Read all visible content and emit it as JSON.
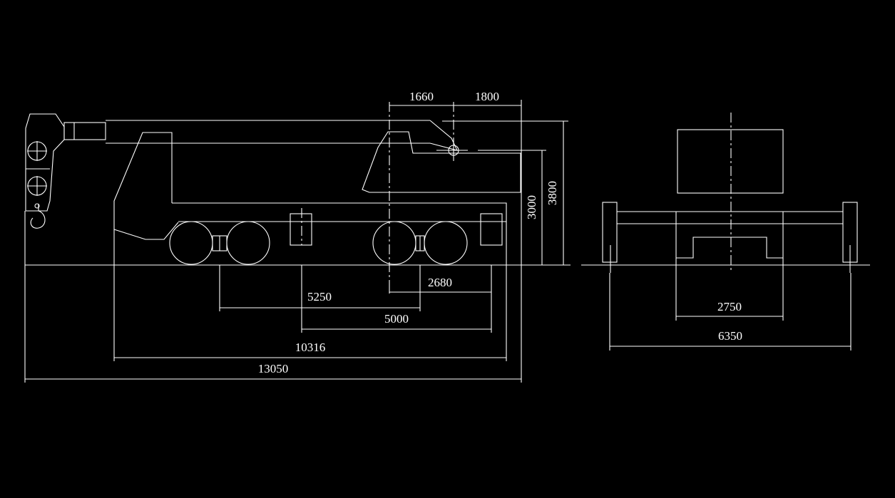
{
  "drawing": {
    "side_view": {
      "dimensions": {
        "d1660": "1660",
        "d1800": "1800",
        "d3000": "3000",
        "d3800": "3800",
        "d2680": "2680",
        "d5250": "5250",
        "d5000": "5000",
        "d10316": "10316",
        "d13050": "13050"
      }
    },
    "rear_view": {
      "dimensions": {
        "d2750": "2750",
        "d6350": "6350"
      }
    }
  }
}
